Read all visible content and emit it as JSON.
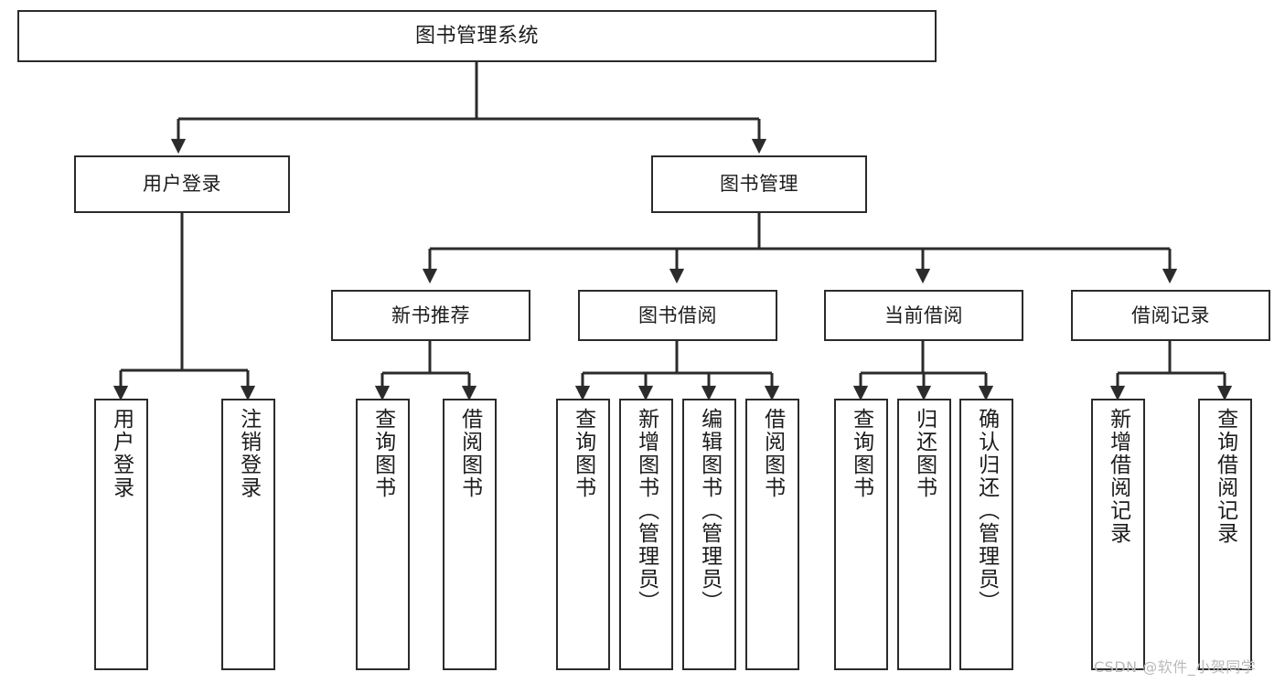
{
  "diagram": {
    "title": "图书管理系统",
    "type": "tree-hierarchy",
    "watermark": "CSDN @软件_小贺同学",
    "colors": {
      "stroke": "#2b2b2b",
      "fill": "#ffffff",
      "text": "#1c1c1c",
      "watermark": "#b9b9b9"
    },
    "nodes": {
      "root": {
        "label": "图书管理系统"
      },
      "level2": [
        {
          "label": "用户登录"
        },
        {
          "label": "图书管理"
        }
      ],
      "level3": [
        {
          "label": "新书推荐"
        },
        {
          "label": "图书借阅"
        },
        {
          "label": "当前借阅"
        },
        {
          "label": "借阅记录"
        }
      ],
      "leaves": {
        "user_login": [
          {
            "label": "用户登录"
          },
          {
            "label": "注销登录"
          }
        ],
        "new_book_recommend": [
          {
            "label": "查询图书"
          },
          {
            "label": "借阅图书"
          }
        ],
        "book_borrow": [
          {
            "label": "查询图书"
          },
          {
            "label": "新增图书（管理员）"
          },
          {
            "label": "编辑图书（管理员）"
          },
          {
            "label": "借阅图书"
          }
        ],
        "current_borrow": [
          {
            "label": "查询图书"
          },
          {
            "label": "归还图书"
          },
          {
            "label": "确认归还（管理员）"
          }
        ],
        "borrow_record": [
          {
            "label": "新增借阅记录"
          },
          {
            "label": "查询借阅记录"
          }
        ]
      }
    }
  }
}
